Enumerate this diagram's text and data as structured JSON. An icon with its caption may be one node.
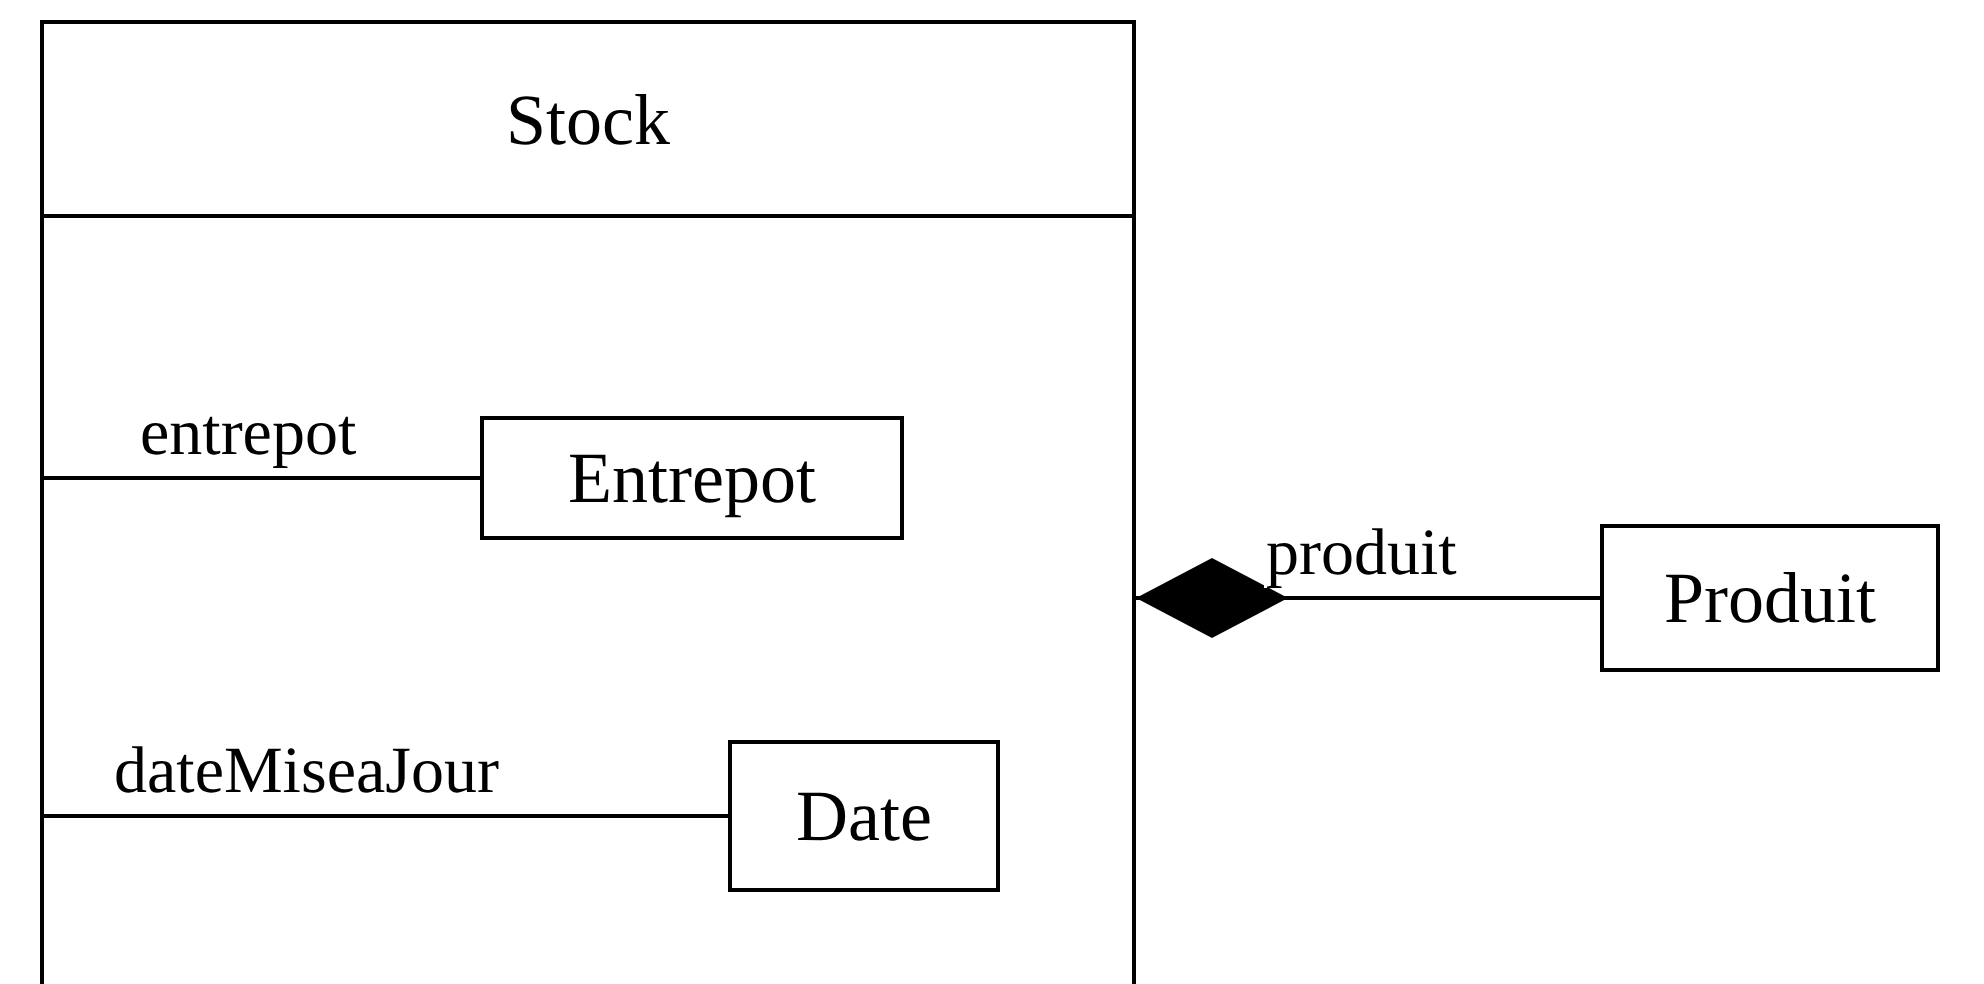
{
  "diagram": {
    "nodes": [
      {
        "text": [
          "Stock"
        ]
      },
      {
        "text": [
          "Entrepot"
        ],
        "in": 0
      },
      {
        "text": [
          "Date"
        ],
        "in": 0
      },
      {
        "text": [
          "Produit"
        ]
      }
    ],
    "edges": [
      {
        "from": 0,
        "to": 1,
        "arrow": "none",
        "label": "entrepot"
      },
      {
        "from": 0,
        "to": 2,
        "arrow": "none",
        "label": "dateMiseaJour"
      },
      {
        "from": 0,
        "to": 3,
        "arrow": "other",
        "label": "produit"
      }
    ]
  }
}
